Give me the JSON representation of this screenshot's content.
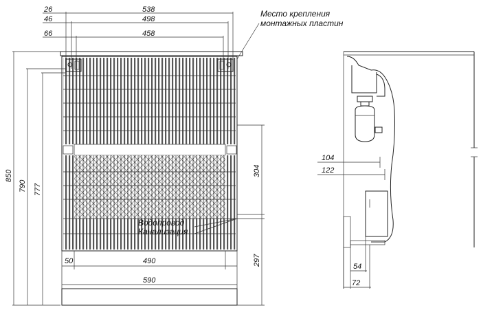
{
  "front_view": {
    "top_dims": [
      "26",
      "538",
      "46",
      "498",
      "66",
      "458"
    ],
    "left_dims": [
      "850",
      "790",
      "777"
    ],
    "right_dims": [
      "304",
      "297"
    ],
    "bottom_dims": [
      "50",
      "490",
      "590"
    ]
  },
  "annotations": {
    "mounting_line1": "Место крепления",
    "mounting_line2": "монтажных пластин",
    "water_label": "Водопровод",
    "sewer_label": "Канализация"
  },
  "side_view": {
    "dims": [
      "104",
      "122",
      "54",
      "72"
    ]
  },
  "colors": {
    "line": "#222222",
    "hatch": "#444444",
    "accent": "#c0392b"
  }
}
